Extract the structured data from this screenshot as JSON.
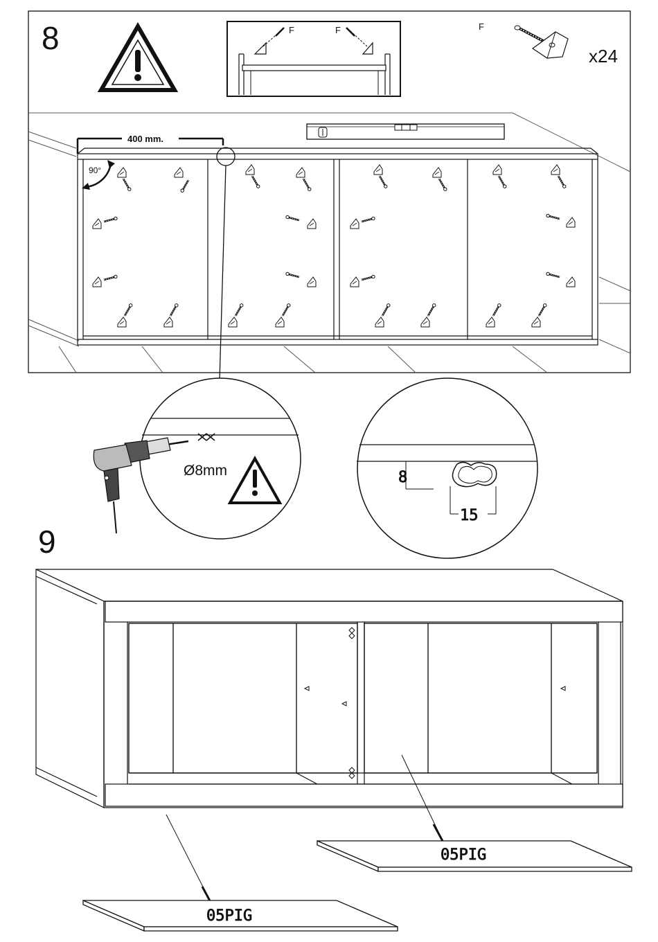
{
  "step8": {
    "number": "8",
    "fastener_label_left": "F",
    "fastener_label_right": "F",
    "part_label": "F",
    "quantity": "x24",
    "distance": "400  mm.",
    "angle": "90°",
    "drill_size": "Ø8mm",
    "detail_dim_depth": "8",
    "detail_dim_width": "15"
  },
  "step9": {
    "number": "9",
    "panel_right_label": "05PIG",
    "panel_left_label": "05PIG"
  }
}
